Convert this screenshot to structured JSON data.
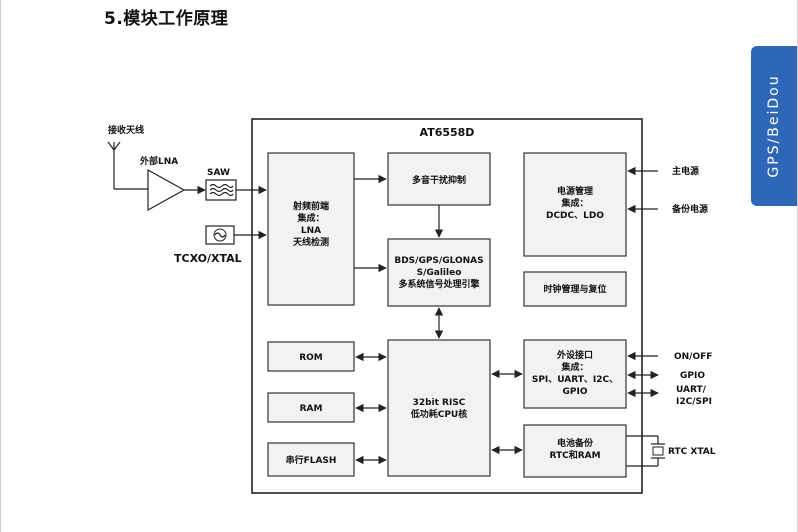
{
  "heading": "5.模块工作原理",
  "side_tab": "GPS/BeiDou",
  "diagram": {
    "chip_name": "AT6558D",
    "antenna": "接收天线",
    "lna_ext": "外部LNA",
    "saw": "SAW",
    "tcxo": "TCXO/XTAL",
    "rf_frontend": [
      "射频前端",
      "集成：",
      "LNA",
      "天线检测"
    ],
    "jammer": "多音干扰抑制",
    "gnss_engine": [
      "BDS/GPS/GLONAS",
      "S/Galileo",
      "多系统信号处理引擎"
    ],
    "cpu": [
      "32bit RISC",
      "低功耗CPU核"
    ],
    "rom": "ROM",
    "ram": "RAM",
    "flash": "串行FLASH",
    "power_mgmt": [
      "电源管理",
      "集成：",
      "DCDC、LDO"
    ],
    "clock_mgmt": "时钟管理与复位",
    "peripheral": [
      "外设接口",
      "集成：",
      "SPI、UART、I2C、",
      "GPIO"
    ],
    "battery_backup": [
      "电池备份",
      "RTC和RAM"
    ],
    "main_power": "主电源",
    "backup_power": "备份电源",
    "on_off": "ON/OFF",
    "gpio": "GPIO",
    "uart_i2c_spi": [
      "UART/",
      "I2C/SPI"
    ],
    "rtc_xtal": "RTC XTAL"
  }
}
